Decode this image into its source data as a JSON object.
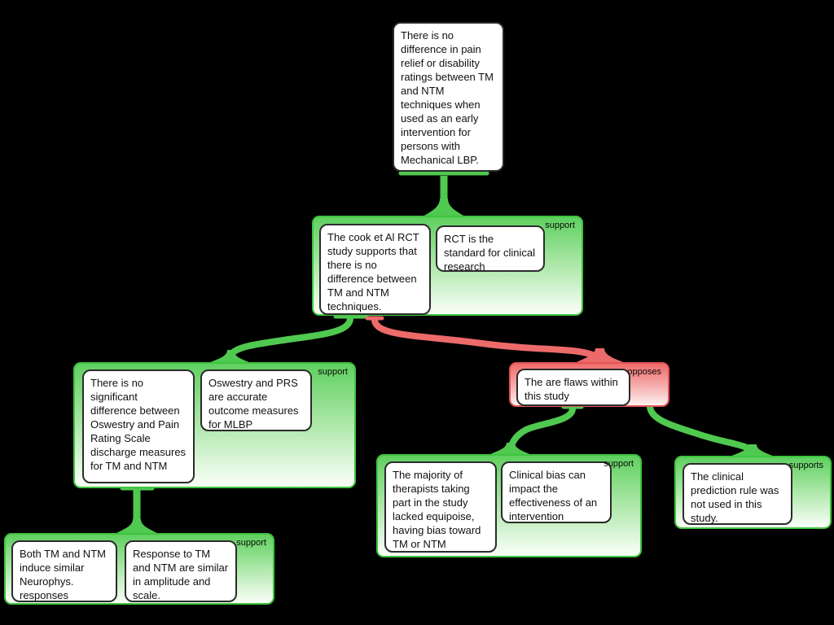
{
  "canvas": {
    "background": "#000000"
  },
  "colors": {
    "support_fill_top": "#5fd05f",
    "support_fill_bottom": "#f5fdf3",
    "support_border": "#3ec43e",
    "support_connector": "#4fc94f",
    "oppose_fill_top": "#ef6b6b",
    "oppose_fill_bottom": "#fdf2f2",
    "oppose_border": "#e25555",
    "oppose_connector": "#ed6a6a",
    "node_fill": "#ffffff",
    "node_border": "#2b2b2b",
    "page_background": "#000000"
  },
  "nodes": {
    "root": {
      "text": "There is no difference in pain relief or disability ratings between TM and NTM techniques when used as an early intervention for persons with Mechanical LBP."
    },
    "cook_rct": {
      "text": "The cook et Al RCT study supports that there is no difference between TM and NTM techniques."
    },
    "rct_standard": {
      "text": "RCT is the standard for clinical research"
    },
    "no_sig_difference": {
      "text": "There is no significant difference between Oswestry and Pain Rating Scale discharge measures for TM and NTM"
    },
    "oswestry_prs": {
      "text": "Oswestry and PRS are accurate outcome measures for MLBP"
    },
    "flaws": {
      "text": "The are flaws within this study"
    },
    "neurophys": {
      "text": "Both TM and NTM induce similar Neurophys. responses"
    },
    "response_similar": {
      "text": "Response to TM and NTM are similar in amplitude and scale."
    },
    "equipoise": {
      "text": "The majority of therapists taking part in the study lacked equipoise, having bias toward TM or NTM"
    },
    "clinical_bias": {
      "text": "Clinical bias can impact the effectiveness of an intervention"
    },
    "prediction_rule": {
      "text": "The clinical prediction rule was not used in this study."
    }
  },
  "groups": {
    "cook": {
      "label": "support"
    },
    "oswestry": {
      "label": "support"
    },
    "opposes": {
      "label": "opposes"
    },
    "neuro": {
      "label": "support"
    },
    "equipoise": {
      "label": "support"
    },
    "prediction": {
      "label": "supports"
    }
  }
}
